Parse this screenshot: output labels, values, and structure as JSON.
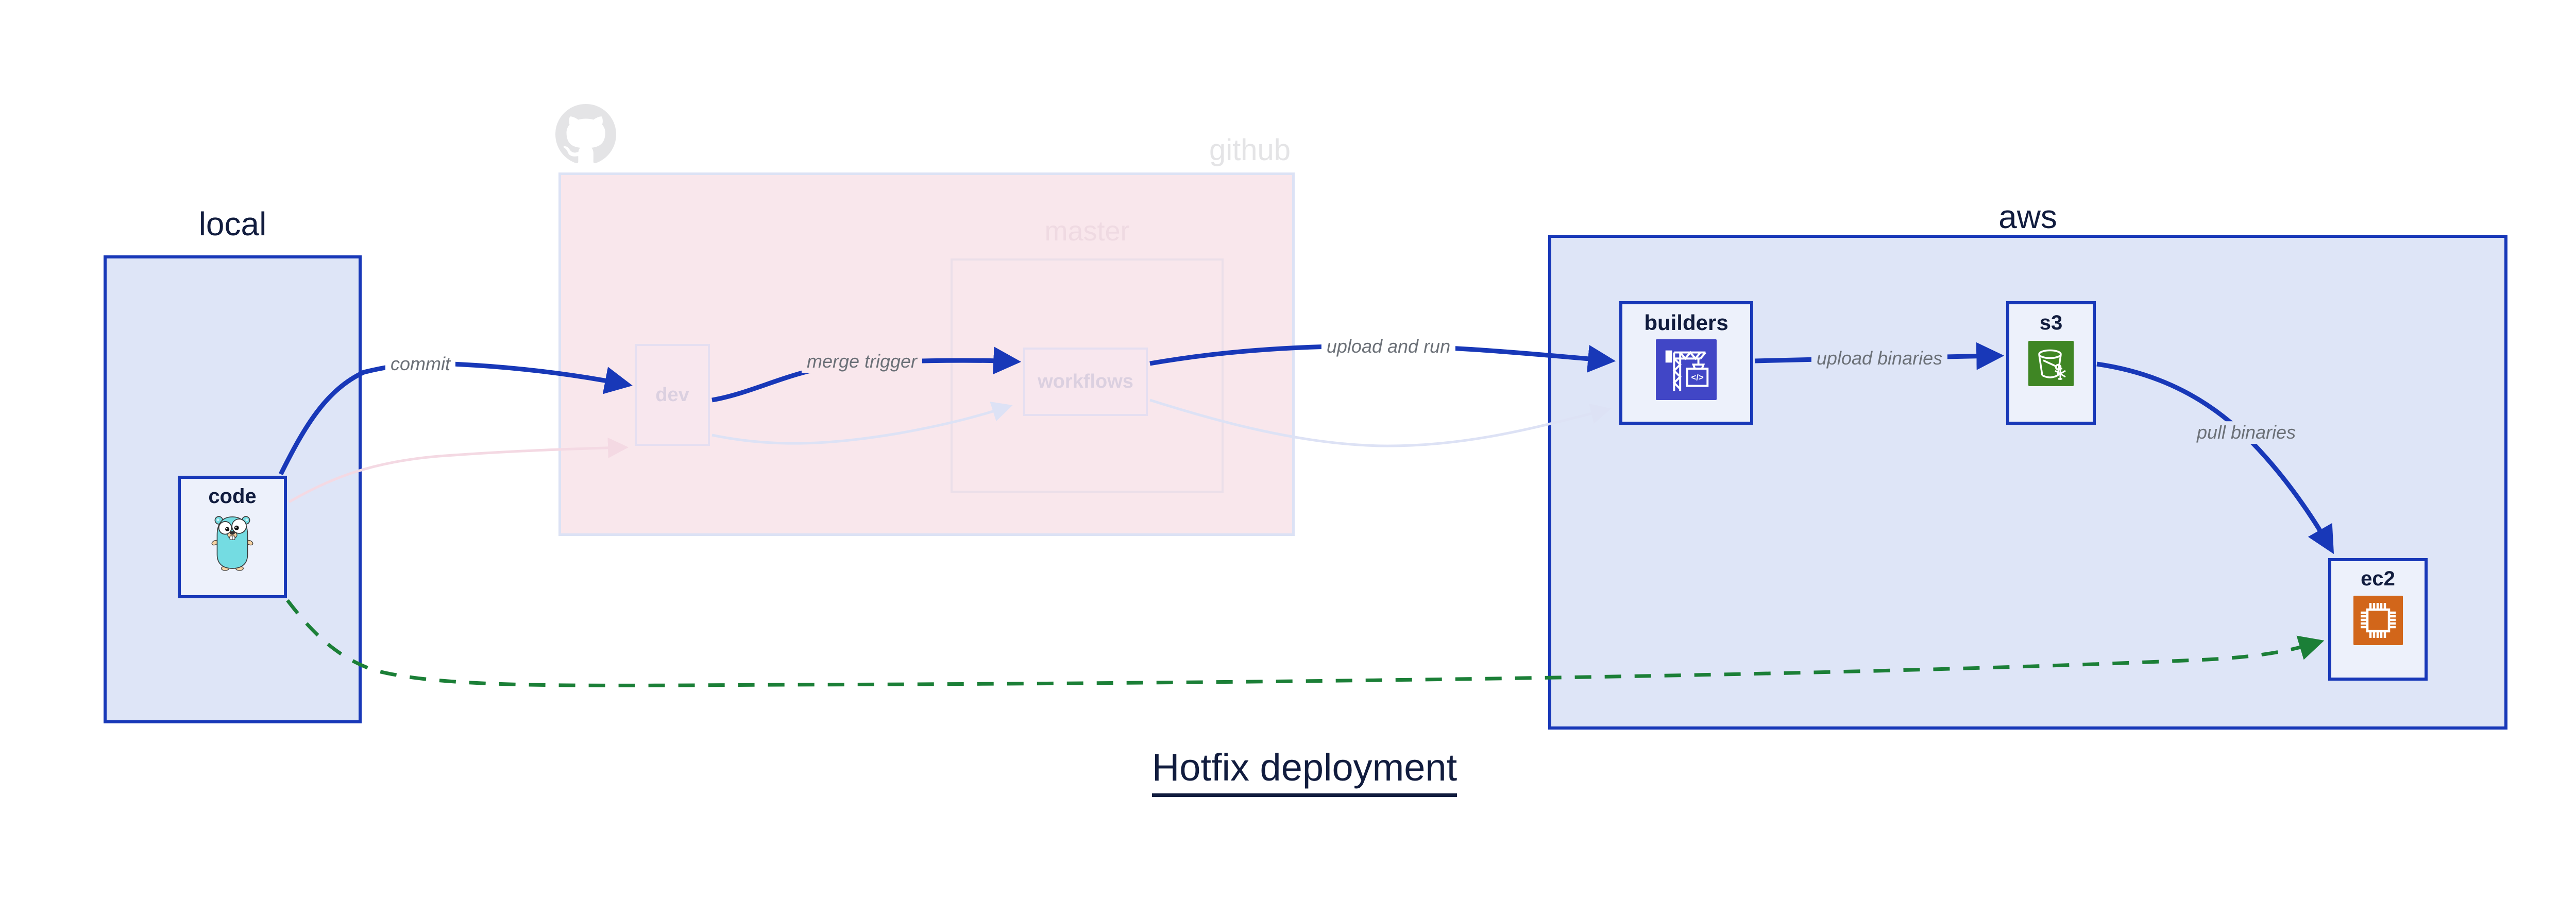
{
  "title": "Hotfix deployment",
  "containers": {
    "local": {
      "label": "local"
    },
    "github": {
      "label": "github",
      "master": {
        "label": "master"
      }
    },
    "aws": {
      "label": "aws"
    }
  },
  "nodes": {
    "code": {
      "label": "code",
      "icon": "go-gopher-icon"
    },
    "dev": {
      "label": "dev"
    },
    "workflows": {
      "label": "workflows"
    },
    "builders": {
      "label": "builders",
      "icon": "aws-codebuild-icon"
    },
    "s3": {
      "label": "s3",
      "icon": "aws-s3-bucket-icon"
    },
    "ec2": {
      "label": "ec2",
      "icon": "aws-ec2-chip-icon"
    }
  },
  "edges": {
    "commit": {
      "label": "commit"
    },
    "merge_trigger": {
      "label": "merge trigger"
    },
    "upload_and_run": {
      "label": "upload and run"
    },
    "upload_binaries": {
      "label": "upload binaries"
    },
    "pull_binaries": {
      "label": "pull binaries"
    }
  },
  "icons": {
    "octocat": "github-octocat-icon",
    "gopher": "go-gopher-icon",
    "codebuild": "crane-code-box-icon",
    "s3": "bucket-snowflake-icon",
    "ec2": "chip-icon"
  },
  "colors": {
    "accent_blue": "#1838b8",
    "hotfix_green": "#1b7f37",
    "container_fill": "#dee5f7",
    "node_fill": "#edf1fb",
    "github_pink_fill": "#f9e7ec",
    "faded_border": "#e5dff1",
    "faded_text": "#dbd0e0",
    "edge_label_gray": "#6b7077",
    "navy_text": "#111c3e",
    "octocat_gray": "#e4e4e6",
    "gopher_teal": "#74dce2",
    "codebuild_indigo": "#4146c6",
    "s3_green": "#3f8624",
    "ec2_orange": "#d2661a",
    "faded_pink_edge": "#f4d9e3",
    "faded_lavender_edge": "#dde2f5"
  }
}
